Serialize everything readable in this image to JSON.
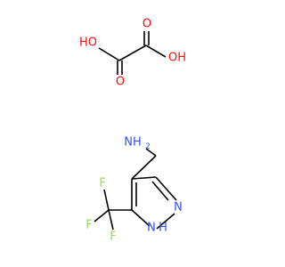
{
  "molecules": {
    "oxalic_acid": {
      "labels": {
        "oh_left": "HO",
        "oh_right": "OH",
        "o_top_left": "O",
        "o_top_right": "O"
      }
    },
    "pyrazole_amine": {
      "labels": {
        "nh2": "NH",
        "nh2_subscript": "2",
        "n_ring": "N",
        "nh_ring": "N",
        "nh_ring_h": "H",
        "f_top": "F",
        "f_left": "F",
        "f_bottom": "F"
      }
    }
  },
  "colors": {
    "oxygen": "#ff0d0d",
    "nitrogen": "#3050f8",
    "fluorine": "#90e050",
    "carbon": "#000000"
  }
}
